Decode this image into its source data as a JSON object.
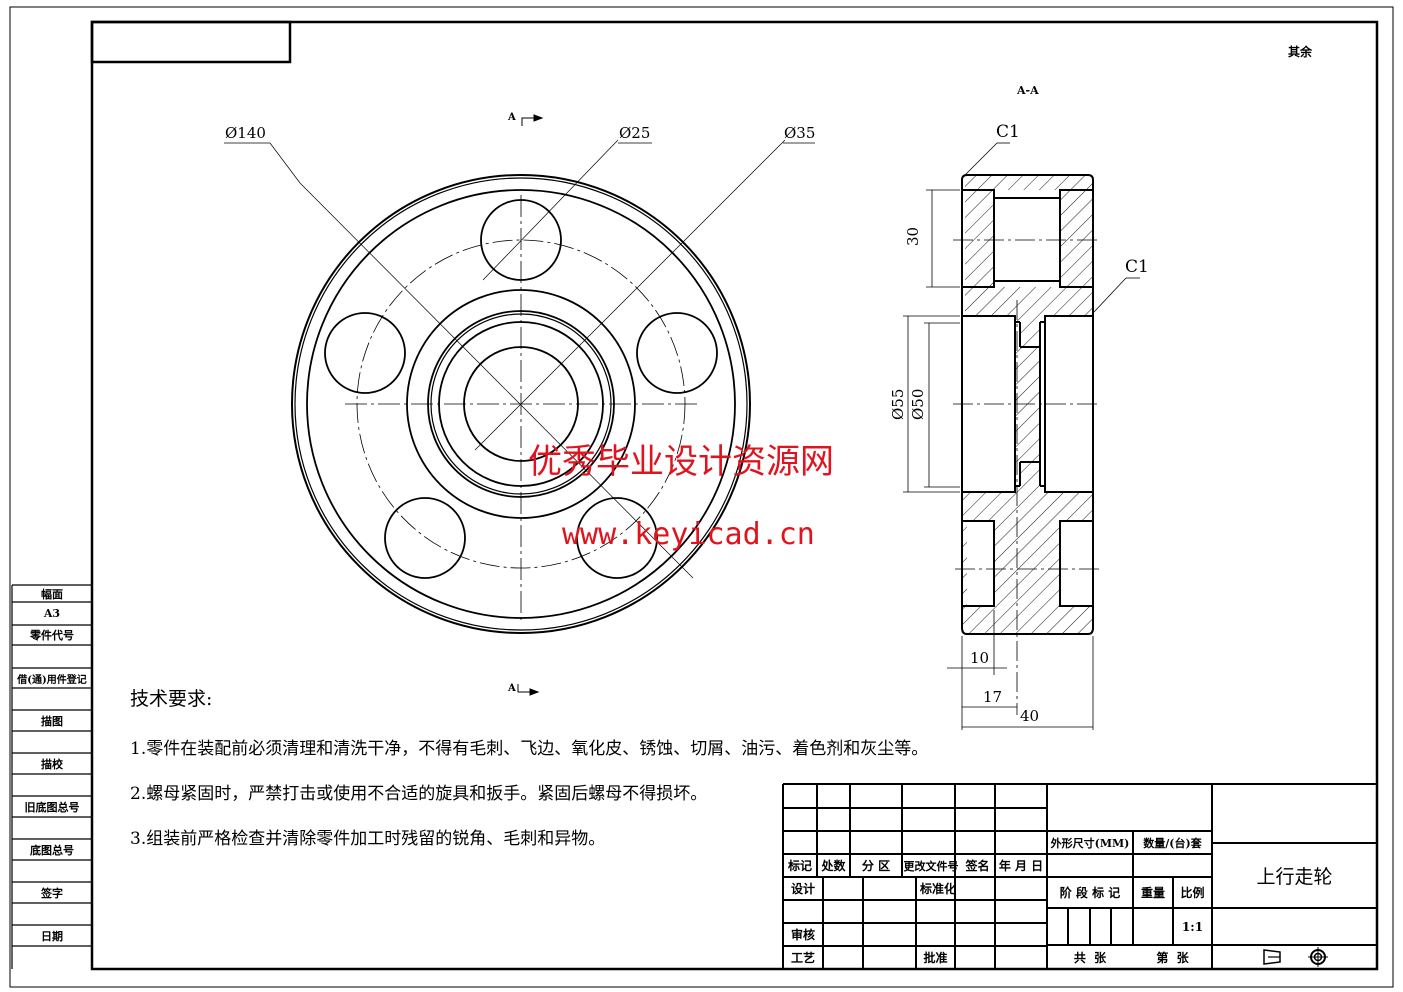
{
  "drawing": {
    "roughness_note": "其余",
    "section_label": "A-A",
    "section_marker_top": "A",
    "section_marker_bottom": "A",
    "front_view_dimensions": {
      "outer_diameter": "Ø140",
      "hole_diameter": "Ø25",
      "bore_diameter": "Ø35"
    },
    "section_view_dimensions": {
      "chamfer_top": "C1",
      "chamfer_right": "C1",
      "hole_height": "30",
      "bore_outer": "Ø55",
      "bore_inner": "Ø50",
      "width_10": "10",
      "width_17": "17",
      "width_40": "40"
    }
  },
  "technical_requirements": {
    "title": "技术要求:",
    "items": [
      "1.零件在装配前必须清理和清洗干净，不得有毛刺、飞边、氧化皮、锈蚀、切屑、油污、着色剂和灰尘等。",
      "2.螺母紧固时，严禁打击或使用不合适的旋具和扳手。紧固后螺母不得损坏。",
      "3.组装前严格检查并清除零件加工时残留的锐角、毛刺和异物。"
    ]
  },
  "left_strip": {
    "labels": [
      "幅面",
      "A3",
      "零件代号",
      "借(通)用件登记",
      "描图",
      "描校",
      "旧底图总号",
      "底图总号",
      "签字",
      "日期"
    ]
  },
  "title_block": {
    "revision_headers": [
      "标记",
      "处数",
      "分 区",
      "更改文件号",
      "签名",
      "年 月 日"
    ],
    "design": "设计",
    "standardization": "标准化",
    "review": "审核",
    "process": "工艺",
    "approve": "批准",
    "outer_size": "外形尺寸(MM)",
    "quantity": "数量/(台)套",
    "stage_mark": "阶 段 标 记",
    "weight": "重量",
    "scale_label": "比例",
    "scale_value": "1:1",
    "sheets_total": "共  张",
    "sheet_no": "第  张",
    "part_name": "上行走轮",
    "projection_icon": "first-angle-projection-icon"
  },
  "watermark": {
    "line1": "优秀毕业设计资源网",
    "line2": "www.keyicad.cn",
    "color": "#e0141e"
  }
}
